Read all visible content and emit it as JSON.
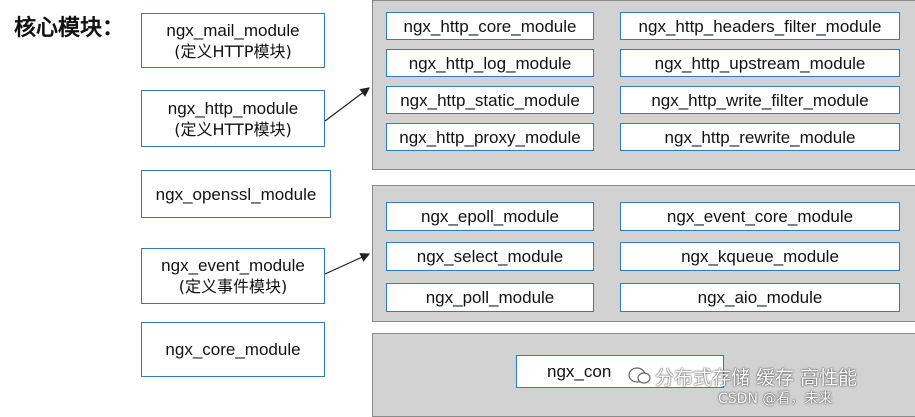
{
  "title": "核心模块：",
  "left_modules": [
    {
      "name": "ngx_mail_module",
      "note": "(定义HTTP模块)"
    },
    {
      "name": "ngx_http_module",
      "note": "(定义HTTP模块)"
    },
    {
      "name": "ngx_openssl_module",
      "note": ""
    },
    {
      "name": "ngx_event_module",
      "note": "(定义事件模块)"
    },
    {
      "name": "ngx_core_module",
      "note": ""
    }
  ],
  "http_modules": [
    "ngx_http_core_module",
    "ngx_http_headers_filter_module",
    "ngx_http_log_module",
    "ngx_http_upstream_module",
    "ngx_http_static_module",
    "ngx_http_write_filter_module",
    "ngx_http_proxy_module",
    "ngx_http_rewrite_module"
  ],
  "event_modules": [
    "ngx_epoll_module",
    "ngx_event_core_module",
    "ngx_select_module",
    "ngx_kqueue_module",
    "ngx_poll_module",
    "ngx_aio_module"
  ],
  "conf_module": "ngx_conf_module",
  "conf_module_visible": "ngx_con",
  "watermark": {
    "main": "分布式存储 缓存 高性能",
    "sub": "CSDN @看，未来"
  }
}
